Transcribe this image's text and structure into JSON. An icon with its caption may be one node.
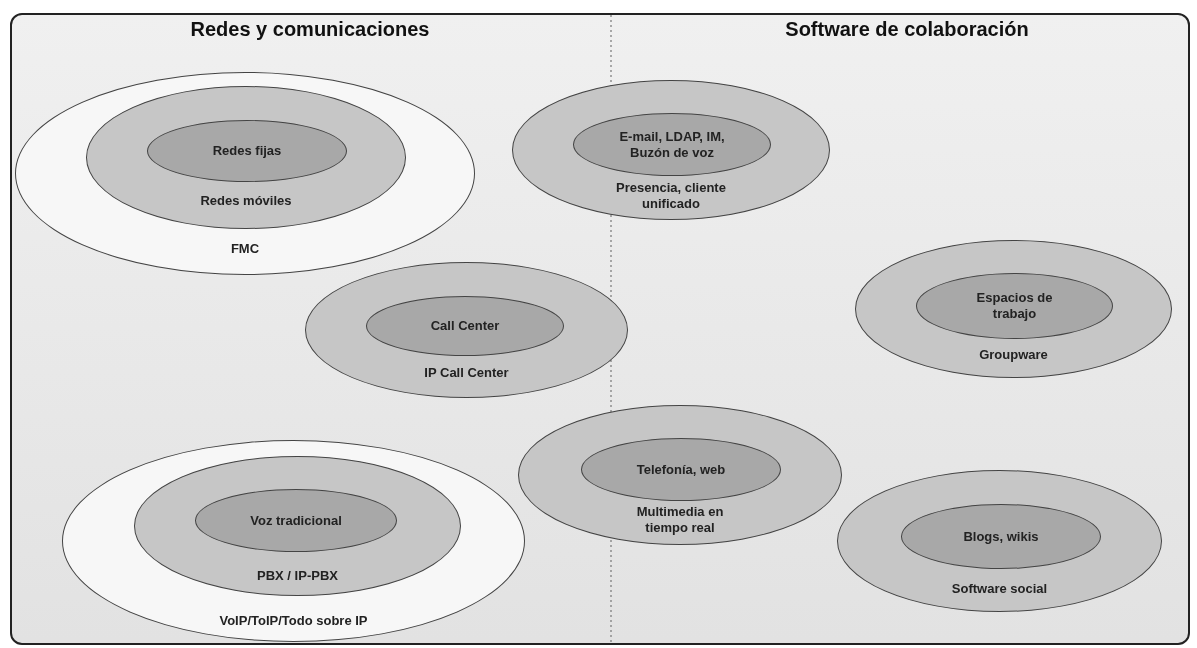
{
  "diagram": {
    "nodes": [
      {
        "text": [
          "FMC"
        ]
      },
      {
        "text": [
          "Redes móviles"
        ],
        "in": 0
      },
      {
        "text": [
          "Redes fijas"
        ],
        "in": 1
      },
      {
        "text": [
          "Presencia, cliente unificado"
        ]
      },
      {
        "text": [
          "E-mail, LDAP, IM, Buzón de voz"
        ],
        "in": 3
      },
      {
        "text": [
          "IP Call Center"
        ]
      },
      {
        "text": [
          "Call Center"
        ],
        "in": 5
      },
      {
        "text": [
          "Groupware"
        ]
      },
      {
        "text": [
          "Espacios de trabajo"
        ],
        "in": 7
      },
      {
        "text": [
          "Multimedia en tiempo real"
        ]
      },
      {
        "text": [
          "Telefonía, web"
        ],
        "in": 9
      },
      {
        "text": [
          "VoIP/ToIP/Todo sobre IP"
        ]
      },
      {
        "text": [
          "PBX / IP-PBX"
        ],
        "in": 11
      },
      {
        "text": [
          "Voz tradicional"
        ],
        "in": 12
      },
      {
        "text": [
          "Software social"
        ]
      },
      {
        "text": [
          "Blogs, wikis"
        ],
        "in": 14
      }
    ],
    "labels": [
      "Redes y comunicaciones",
      "Software de colaboración"
    ]
  }
}
